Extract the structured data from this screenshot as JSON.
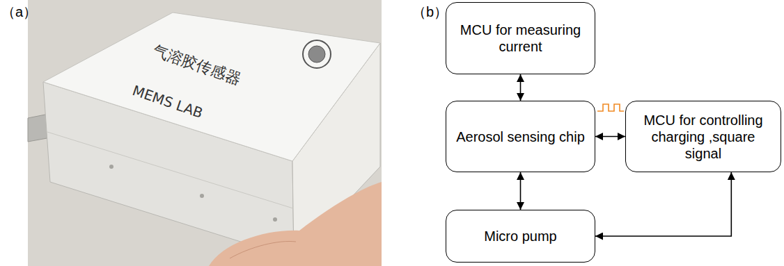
{
  "diagram": {
    "nodes": [
      {
        "text": [
          "MCU for measuring current"
        ]
      },
      {
        "text": [
          "Aerosol sensing chip"
        ]
      },
      {
        "text": [
          "MCU for controlling charging ,square signal"
        ]
      },
      {
        "text": [
          "Micro pump"
        ]
      }
    ],
    "edges": [
      {
        "from": 0,
        "to": 1,
        "arrow": "both"
      },
      {
        "from": 1,
        "to": 2,
        "arrow": "both"
      },
      {
        "from": 1,
        "to": 3,
        "arrow": "both"
      },
      {
        "from": 2,
        "to": 3,
        "arrow": "both"
      }
    ],
    "labels": [
      "（a）",
      "（b）",
      "气溶胶传感器",
      "MEMS LAB"
    ]
  }
}
